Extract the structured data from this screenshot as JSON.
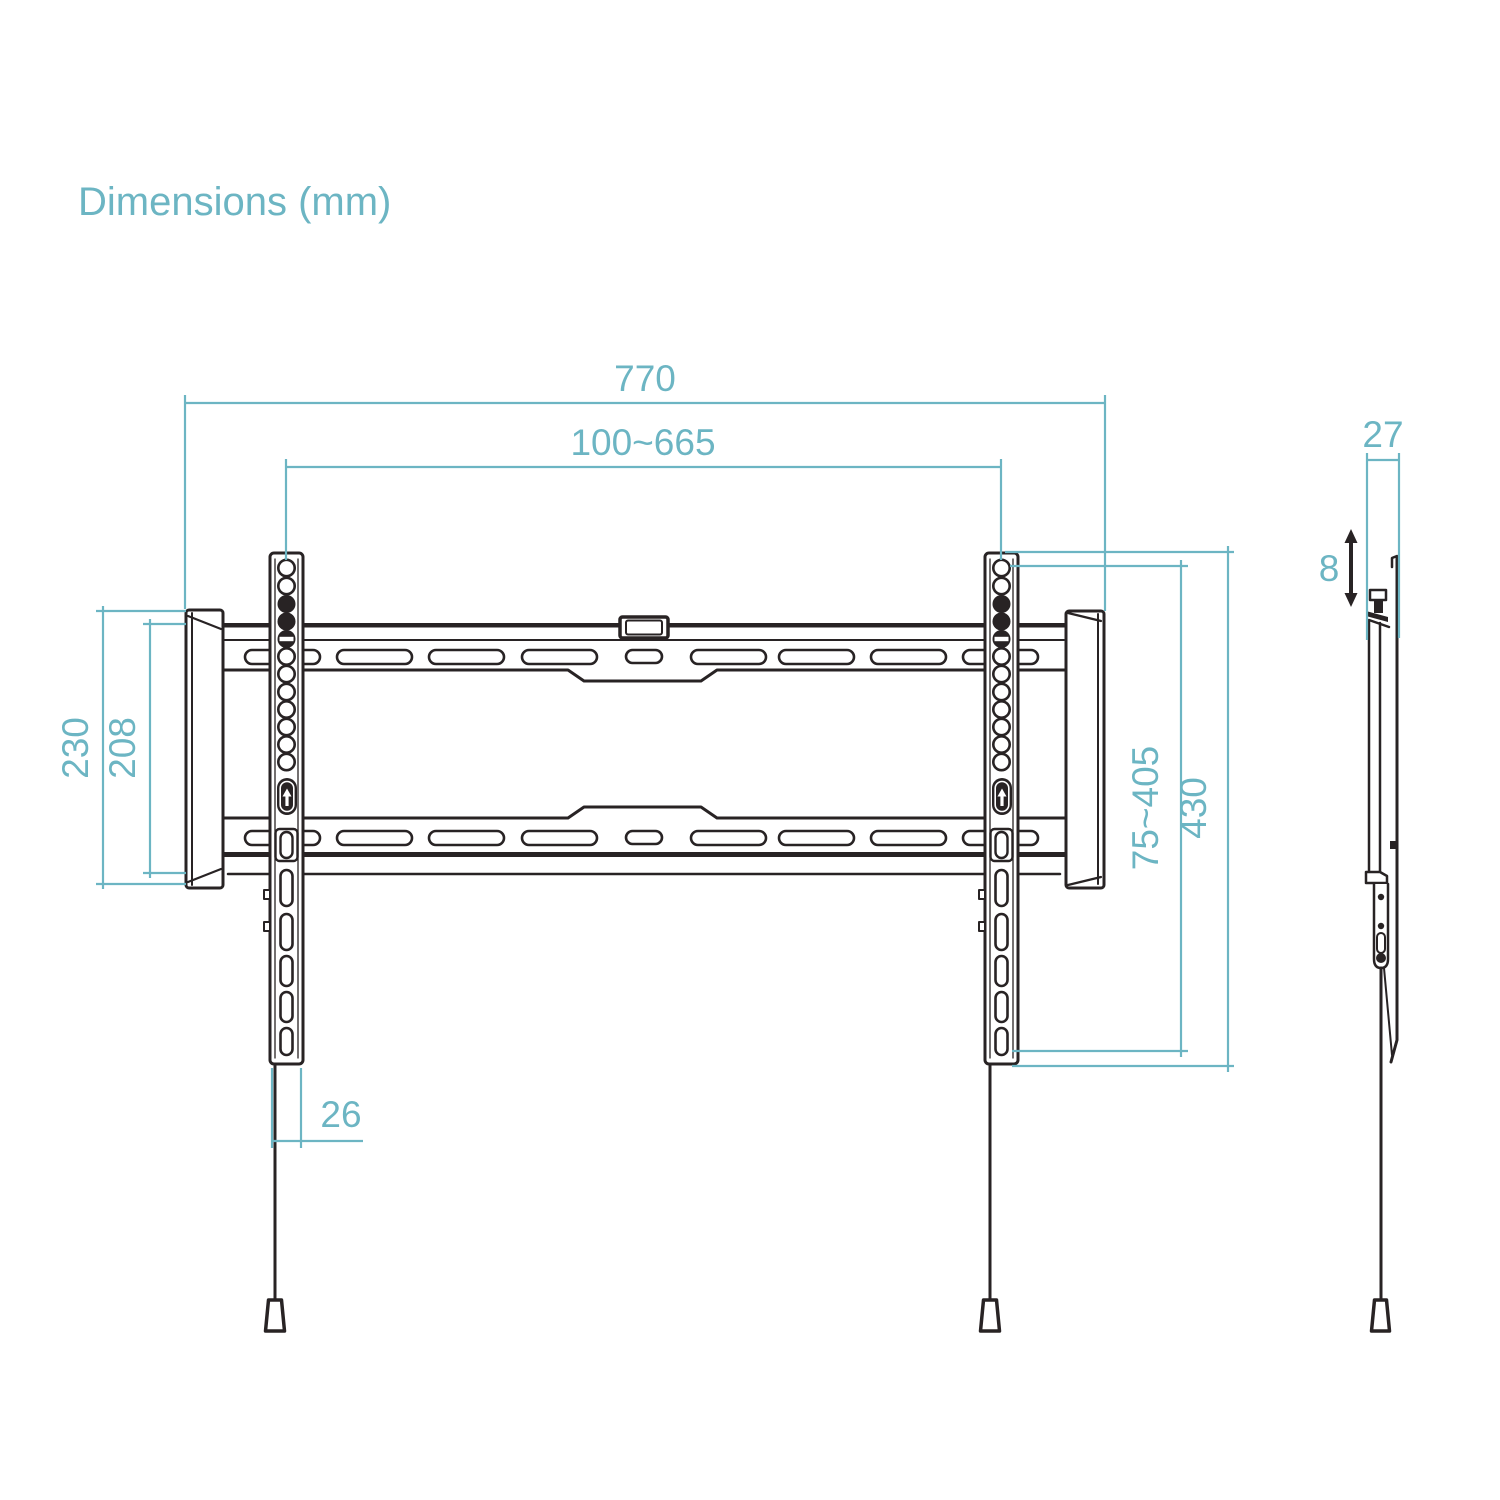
{
  "title": "Dimensions (mm)",
  "colors": {
    "accent_teal": "#6cb5c3",
    "drawing_ink": "#282324",
    "background": "#ffffff"
  },
  "front_view": {
    "dimensions": {
      "total_width_mm": "770",
      "vesa_width_range_mm": "100~665",
      "end_cap_height_mm": "230",
      "rail_height_mm": "208",
      "vesa_height_range_mm": "75~405",
      "bracket_height_mm": "430",
      "bracket_width_mm": "26"
    }
  },
  "side_view": {
    "dimensions": {
      "depth_mm": "27",
      "hook_clearance_mm": "8"
    }
  }
}
